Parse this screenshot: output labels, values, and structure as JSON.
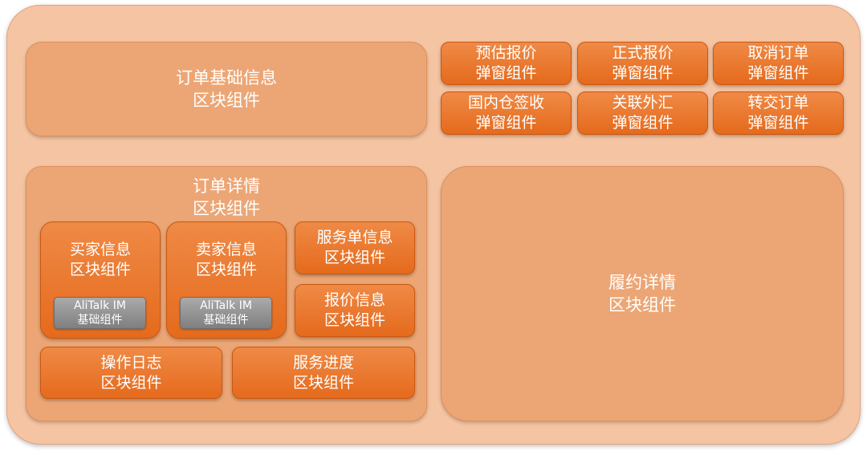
{
  "order_basic": {
    "line1": "订单基础信息",
    "line2": "区块组件"
  },
  "popups": [
    {
      "line1": "预估报价",
      "line2": "弹窗组件"
    },
    {
      "line1": "正式报价",
      "line2": "弹窗组件"
    },
    {
      "line1": "取消订单",
      "line2": "弹窗组件"
    },
    {
      "line1": "国内仓签收",
      "line2": "弹窗组件"
    },
    {
      "line1": "关联外汇",
      "line2": "弹窗组件"
    },
    {
      "line1": "转交订单",
      "line2": "弹窗组件"
    }
  ],
  "order_detail": {
    "line1": "订单详情",
    "line2": "区块组件",
    "buyer": {
      "line1": "买家信息",
      "line2": "区块组件",
      "im": {
        "line1": "AliTalk IM",
        "line2": "基础组件"
      }
    },
    "seller": {
      "line1": "卖家信息",
      "line2": "区块组件",
      "im": {
        "line1": "AliTalk IM",
        "line2": "基础组件"
      }
    },
    "service_order": {
      "line1": "服务单信息",
      "line2": "区块组件"
    },
    "quote_info": {
      "line1": "报价信息",
      "line2": "区块组件"
    },
    "op_log": {
      "line1": "操作日志",
      "line2": "区块组件"
    },
    "service_progress": {
      "line1": "服务进度",
      "line2": "区块组件"
    }
  },
  "fulfillment": {
    "line1": "履约详情",
    "line2": "区块组件"
  },
  "colors": {
    "outer_bg": "#f5c4a2",
    "block_bg": "#eca675",
    "component_orange": "#e9772f",
    "base_component_gray": "#919191"
  }
}
